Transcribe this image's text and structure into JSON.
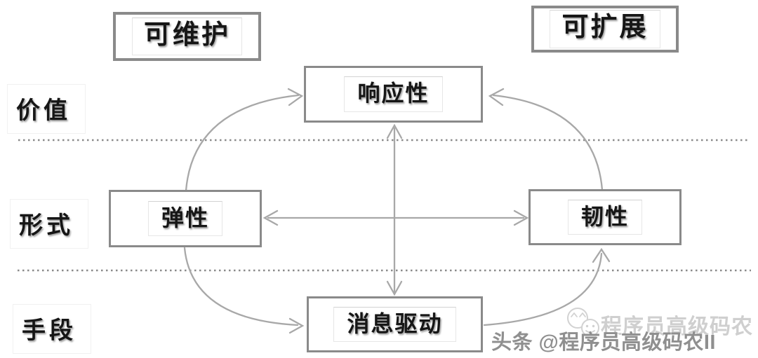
{
  "nodes": {
    "maintainable": {
      "label": "可维护"
    },
    "scalable": {
      "label": "可扩展"
    },
    "responsive": {
      "label": "响应性"
    },
    "elastic": {
      "label": "弹性"
    },
    "resilient": {
      "label": "韧性"
    },
    "message_driven": {
      "label": "消息驱动"
    }
  },
  "row_labels": {
    "value": {
      "label": "价值"
    },
    "form": {
      "label": "形式"
    },
    "means": {
      "label": "手段"
    }
  },
  "watermark": {
    "line1": "程序员高级码农",
    "line2": "头条 @程序员高级码农II"
  },
  "colors": {
    "background": "#ffffff",
    "box_border": "#8a8a8a",
    "arrow": "#a8a8a8",
    "dotted_divider": "#8a8a8a",
    "text": "#161616",
    "watermark_light": "#cfcfcf",
    "watermark_dark": "#8f8f8f"
  }
}
